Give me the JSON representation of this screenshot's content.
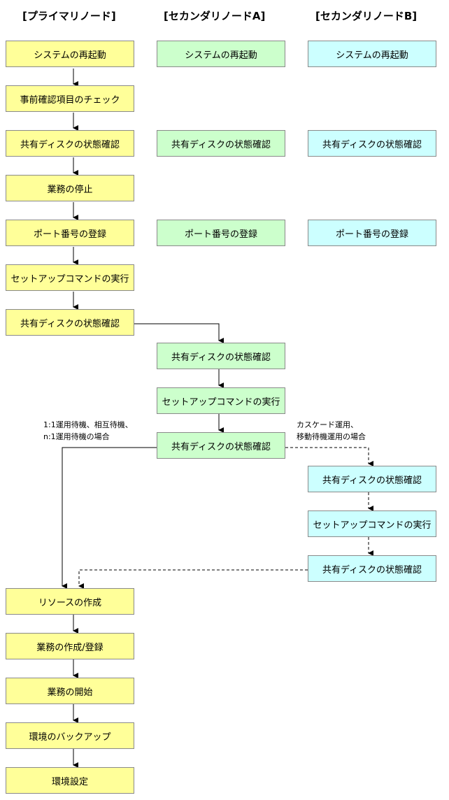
{
  "columns": {
    "primary": "[プライマリノード]",
    "secondary_a": "[セカンダリノードA]",
    "secondary_b": "[セカンダリノードB]"
  },
  "primary_steps": [
    "システムの再起動",
    "事前確認項目のチェック",
    "共有ディスクの状態確認",
    "業務の停止",
    "ポート番号の登録",
    "セットアップコマンドの実行",
    "共有ディスクの状態確認"
  ],
  "secondary_a_parallel": [
    "システムの再起動",
    "共有ディスクの状態確認",
    "ポート番号の登録"
  ],
  "secondary_b_parallel": [
    "システムの再起動",
    "共有ディスクの状態確認",
    "ポート番号の登録"
  ],
  "secondary_a_steps": [
    "共有ディスクの状態確認",
    "セットアップコマンドの実行",
    "共有ディスクの状態確認"
  ],
  "secondary_b_steps": [
    "共有ディスクの状態確認",
    "セットアップコマンドの実行",
    "共有ディスクの状態確認"
  ],
  "final_steps": [
    "リソースの作成",
    "業務の作成/登録",
    "業務の開始",
    "環境のバックアップ",
    "環境設定"
  ],
  "notes": {
    "standby_line1": "1:1運用待機、相互待機、",
    "standby_line2": "n:1運用待機の場合",
    "cascade_line1": "カスケード運用、",
    "cascade_line2": "移動待機運用の場合"
  },
  "colors": {
    "primary": "#ffff99",
    "secondary_a": "#ccffcc",
    "secondary_b": "#ccffff",
    "border": "#8a8a8a",
    "line": "#000000"
  }
}
